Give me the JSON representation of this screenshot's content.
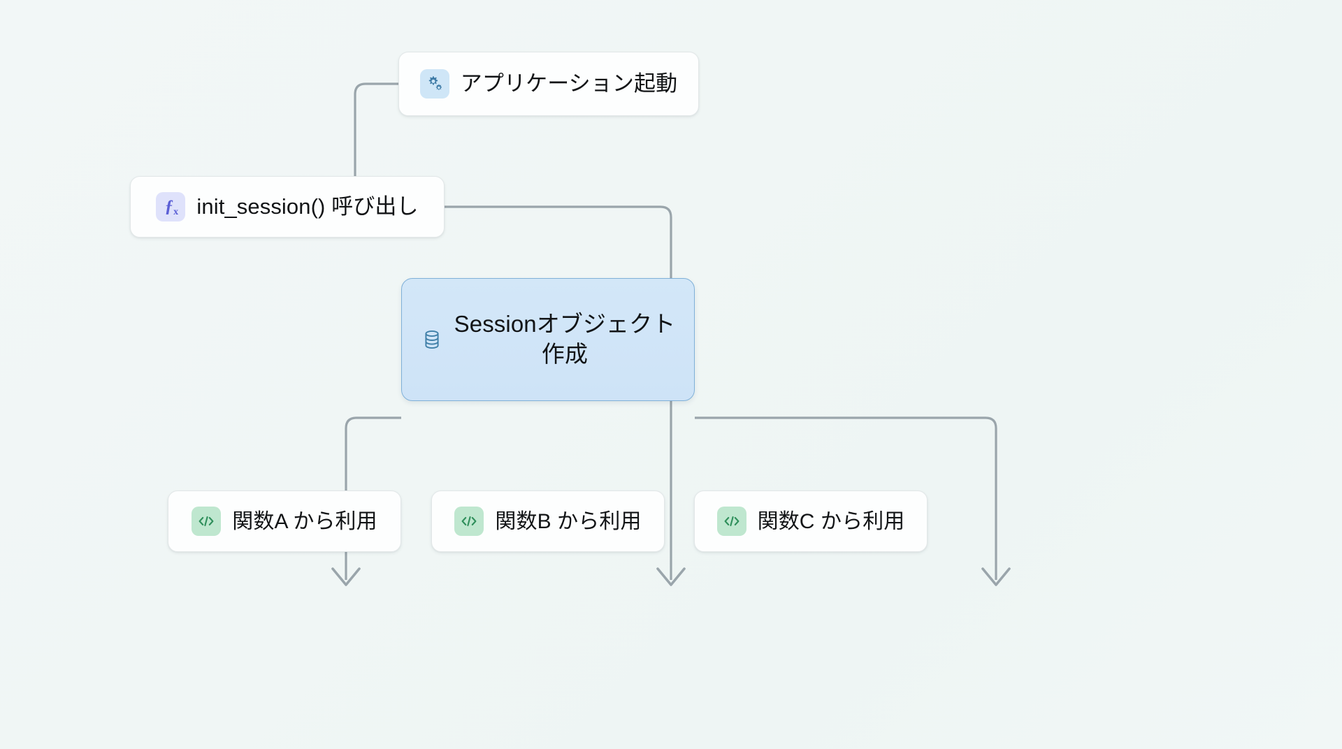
{
  "diagram": {
    "background_color": "#f1f7f6",
    "edge_color": "#9aa5ab",
    "nodes": [
      {
        "id": "app-start",
        "label": "アプリケーション起動",
        "icon": "gears-icon",
        "icon_glyph": "⚙",
        "chip_color": "#cfe6f7",
        "fill": "#fdfefe",
        "border": "#e2e7e8",
        "text_color": "#121416"
      },
      {
        "id": "init-session",
        "label": "init_session() 呼び出し",
        "icon": "function-fx-icon",
        "icon_glyph": "ƒx",
        "chip_color": "#dfe2fb",
        "fill": "#fdfefe",
        "border": "#e2e7e8",
        "text_color": "#121416"
      },
      {
        "id": "session-object",
        "label": "Sessionオブジェクト\n作成",
        "icon": "database-icon",
        "icon_glyph": "🗄",
        "chip_color": "none",
        "fill": "#d0e4f8",
        "border": "#7fb0d8",
        "text_color": "#121416"
      },
      {
        "id": "func-a",
        "label": "関数A から利用",
        "icon": "code-brackets-icon",
        "icon_glyph": "</>",
        "chip_color": "#bfe7cf",
        "fill": "#fdfefe",
        "border": "#e2e7e8",
        "text_color": "#121416"
      },
      {
        "id": "func-b",
        "label": "関数B から利用",
        "icon": "code-brackets-icon",
        "icon_glyph": "</>",
        "chip_color": "#bfe7cf",
        "fill": "#fdfefe",
        "border": "#e2e7e8",
        "text_color": "#121416"
      },
      {
        "id": "func-c",
        "label": "関数C から利用",
        "icon": "code-brackets-icon",
        "icon_glyph": "</>",
        "chip_color": "#bfe7cf",
        "fill": "#fdfefe",
        "border": "#e2e7e8",
        "text_color": "#121416"
      }
    ],
    "edges": [
      {
        "id": "e1",
        "from": "app-start",
        "to": "init-session",
        "style": "orthogonal-elbow",
        "arrow": "down"
      },
      {
        "id": "e2",
        "from": "init-session",
        "to": "session-object",
        "style": "orthogonal-elbow",
        "arrow": "down"
      },
      {
        "id": "e3",
        "from": "session-object",
        "to": "func-a",
        "style": "orthogonal-elbow",
        "arrow": "down"
      },
      {
        "id": "e4",
        "from": "session-object",
        "to": "func-b",
        "style": "straight-vertical",
        "arrow": "down"
      },
      {
        "id": "e5",
        "from": "session-object",
        "to": "func-c",
        "style": "orthogonal-elbow",
        "arrow": "down"
      }
    ]
  }
}
